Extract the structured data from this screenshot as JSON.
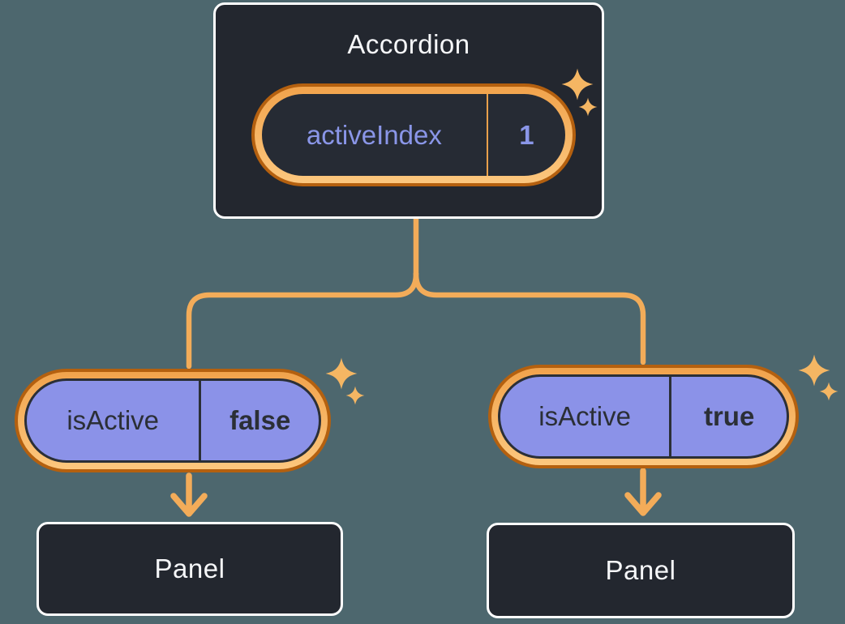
{
  "diagram": {
    "type": "react-component-tree",
    "colors": {
      "background": "#4d676e",
      "node_background": "#23272f",
      "node_border": "#ffffff",
      "node_text": "#f6f7f9",
      "state_text_purple": "#8a96e8",
      "prop_pill_fill": "#8b92e8",
      "prop_text_dark": "#2b2f36",
      "ring_outer_orange": "#b4600f",
      "ring_gold_top": "#f1a34c",
      "ring_gold_bottom": "#fcc77e",
      "connector_orange": "#f3ac59",
      "sparkle_gold": "#f5b663"
    },
    "root": {
      "title": "Accordion",
      "state": {
        "name": "activeIndex",
        "value": "1"
      }
    },
    "children": [
      {
        "prop": {
          "name": "isActive",
          "value": "false"
        },
        "panel": {
          "title": "Panel"
        }
      },
      {
        "prop": {
          "name": "isActive",
          "value": "true"
        },
        "panel": {
          "title": "Panel"
        }
      }
    ]
  }
}
